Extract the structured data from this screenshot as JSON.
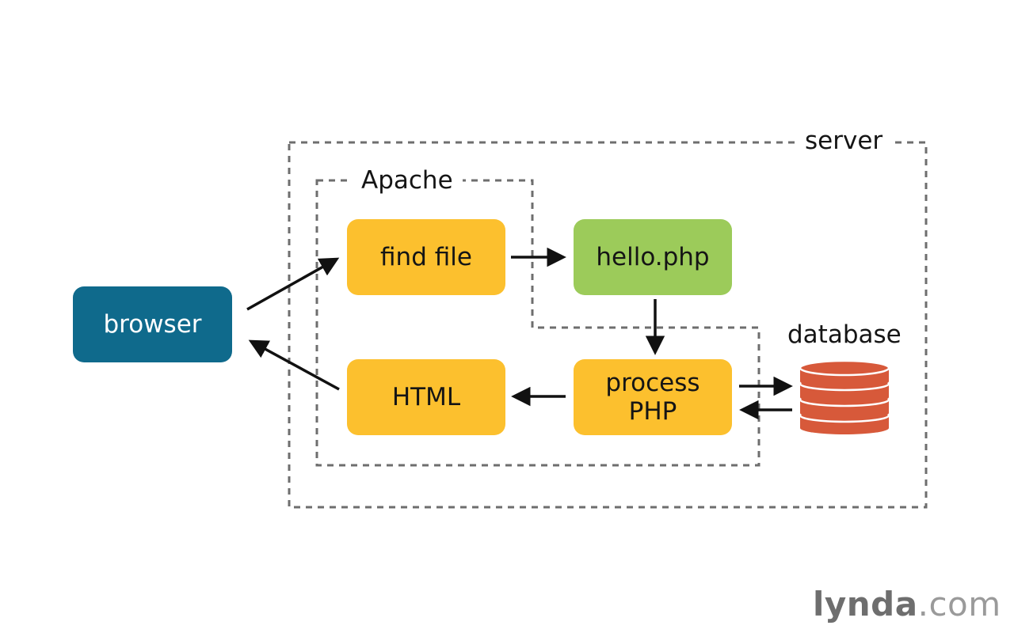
{
  "colors": {
    "browser": "#0f6a8c",
    "apache_step": "#fcc02e",
    "php_file": "#9ccb5a",
    "database": "#d7593a",
    "frame": "#6e6e6e",
    "arrow": "#111111",
    "watermark": "#8a8a8a"
  },
  "nodes": {
    "browser": "browser",
    "find_file": "find file",
    "hello_php": "hello.php",
    "process_php_line1": "process",
    "process_php_line2": "PHP",
    "html": "HTML"
  },
  "frames": {
    "server": "server",
    "apache": "Apache"
  },
  "database": {
    "label": "database",
    "icon": "database-icon"
  },
  "watermark": {
    "brand": "lynda",
    "suffix": ".com"
  }
}
